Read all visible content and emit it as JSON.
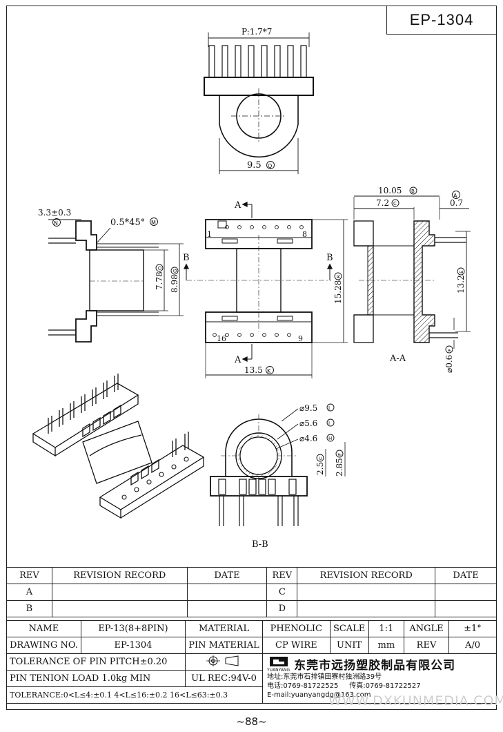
{
  "part_code": "EP-1304",
  "dims": {
    "pitch": "P:1.7*7",
    "top_width": "9.5",
    "top_width_mark": "Q",
    "pin_ext": "3.3±0.3",
    "pin_ext_mark": "N",
    "chamfer": "0.5*45°",
    "chamfer_mark": "M",
    "core_h1": "7.78",
    "core_h1_mark": "O",
    "core_h2": "8.98",
    "core_h2_mark": "G",
    "height": "15.28",
    "height_mark": "R",
    "front_width": "13.5",
    "front_width_mark": "K",
    "side_total": "10.05",
    "side_total_mark": "B",
    "side_inner": "7.2",
    "side_inner_mark": "C",
    "side_pin": "0.7",
    "side_pin_mark": "A",
    "side_height": "13.2",
    "side_height_mark": "E",
    "pin_dia": "⌀0.6",
    "pin_dia_mark": "F",
    "bb_d1": "⌀9.5",
    "bb_d1_mark": "J",
    "bb_d2": "⌀5.6",
    "bb_d2_mark": "I",
    "bb_d3": "⌀4.6",
    "bb_d3_mark": "H",
    "bb_o1": "2.5",
    "bb_o1_mark": "C",
    "bb_o2": "2.85",
    "bb_o2_mark": "F"
  },
  "labels": {
    "section_a": "A",
    "section_b": "B",
    "pin_1": "1",
    "pin_8": "8",
    "pin_16": "16",
    "pin_9": "9",
    "view_aa": "A-A",
    "view_bb": "B-B"
  },
  "revision": {
    "headers": [
      "REV",
      "REVISION RECORD",
      "DATE",
      "REV",
      "REVISION RECORD",
      "DATE"
    ],
    "rows": [
      [
        "A",
        "",
        "",
        "C",
        "",
        ""
      ],
      [
        "B",
        "",
        "",
        "D",
        "",
        ""
      ]
    ]
  },
  "info": {
    "name_label": "NAME",
    "name_value": "EP-13(8+8PIN)",
    "material_label": "MATERIAL",
    "material_value": "PHENOLIC",
    "scale_label": "SCALE",
    "scale_value": "1:1",
    "angle_label": "ANGLE",
    "angle_value": "±1°",
    "drawing_no_label": "DRAWING NO.",
    "drawing_no_value": "EP-1304",
    "pin_material_label": "PIN MATERIAL",
    "pin_material_value": "CP WIRE",
    "unit_label": "UNIT",
    "unit_value": "mm",
    "rev_label": "REV",
    "rev_value": "A/0",
    "tolerance_pitch": "TOLERANCE OF PIN PITCH±0.20",
    "pin_tension": "PIN TENION LOAD 1.0kg MIN",
    "ul_rec": "UL REC:94V-0",
    "tolerance_ranges": "TOLERANCE:0<L≤4:±0.1  4<L≤16:±0.2  16<L≤63:±0.3",
    "logo_text": "YUANYANG",
    "company_name": "东莞市远扬塑胶制品有限公司",
    "address": "地址:东莞市石排镇田寮村独洲路39号",
    "phone": "电话:0769-81722525",
    "fax": "传真:0769-81722527",
    "email": "E-mail:yuanyangdg@163.com"
  },
  "watermark": "WWW.DXKUNMEDIA.COM",
  "page_number": "~88~"
}
